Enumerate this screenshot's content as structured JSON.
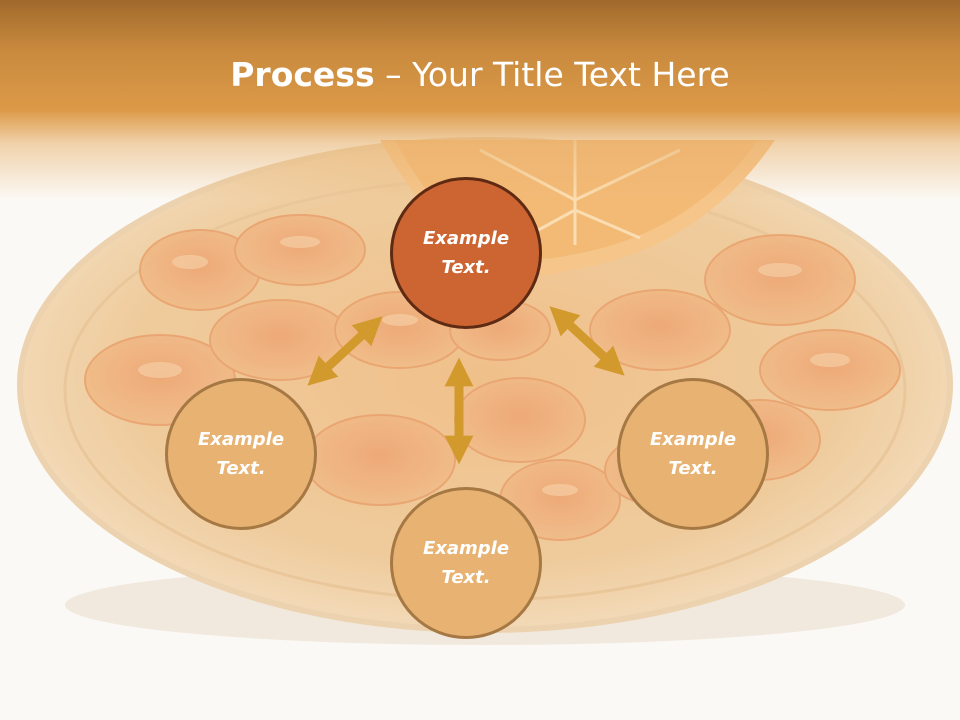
{
  "title": {
    "bold": "Process",
    "separator": "–",
    "rest": "Your Title Text Here"
  },
  "nodes": {
    "top": {
      "line1": "Example",
      "line2": "Text."
    },
    "left": {
      "line1": "Example",
      "line2": "Text."
    },
    "right": {
      "line1": "Example",
      "line2": "Text."
    },
    "bottom": {
      "line1": "Example",
      "line2": "Text."
    }
  },
  "colors": {
    "header": "#dc9a48",
    "main_circle": "#cc6531",
    "main_circle_border": "#5e2a14",
    "side_circle": "#e7b272",
    "side_circle_border": "#a57844",
    "arrow": "#d29a2c"
  },
  "background_image": "plate-of-dried-fruit-with-orange-slice"
}
